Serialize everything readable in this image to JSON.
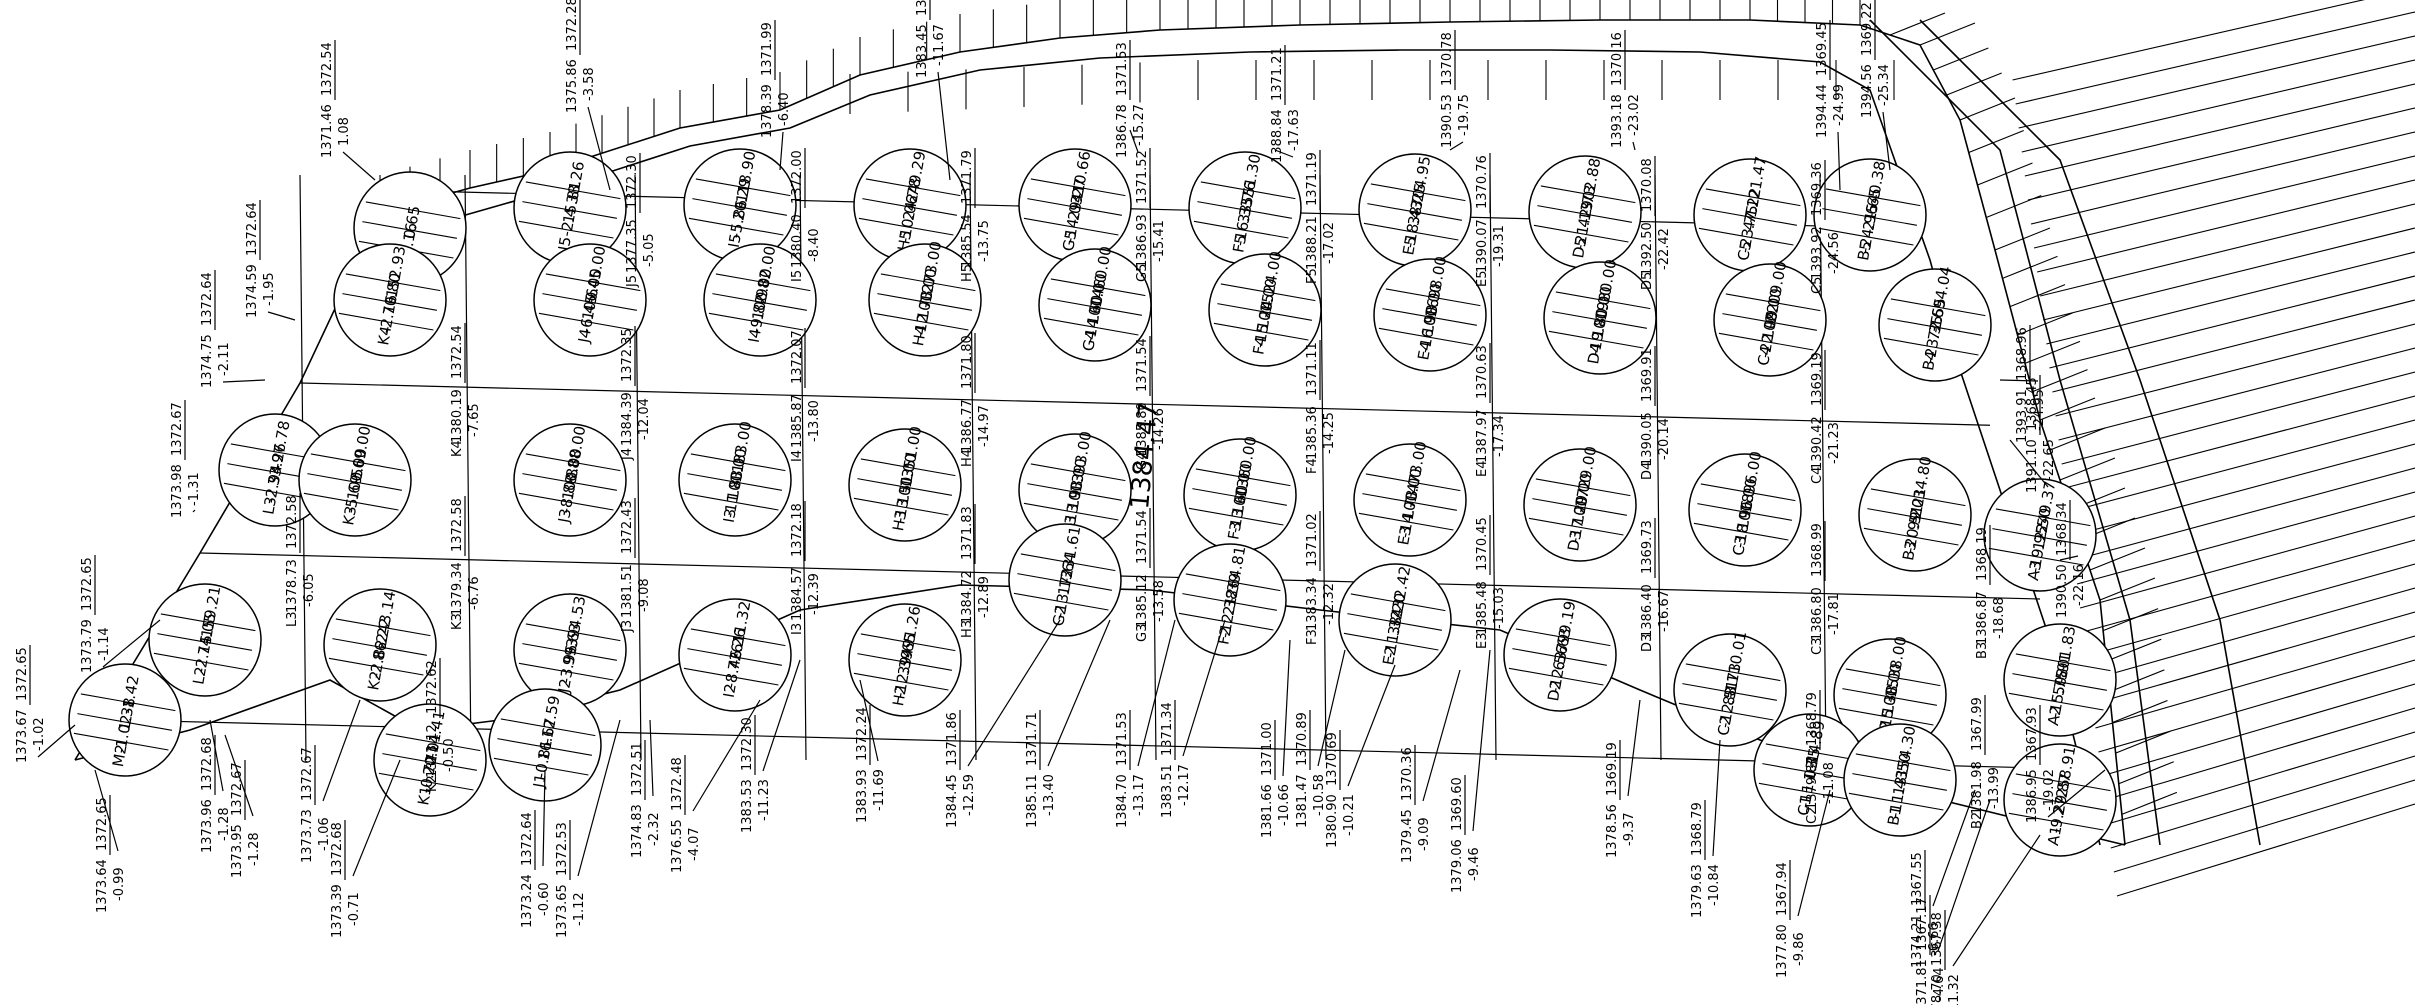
{
  "overlay_label": "1384.47",
  "cells": [
    {
      "id": "K5",
      "v": [
        "-2.16",
        "0.65"
      ]
    },
    {
      "id": "J5",
      "v": [
        "-2.4",
        "15.81",
        "38.26"
      ]
    },
    {
      "id": "I5",
      "v": [
        "-5.86",
        "20.29",
        "-118.90"
      ]
    },
    {
      "id": "H5",
      "v": [
        "-10.06",
        "24.78",
        "-249.29"
      ]
    },
    {
      "id": "G5",
      "v": [
        "-14.03",
        "29.27",
        "-410.66"
      ]
    },
    {
      "id": "F5",
      "v": [
        "-16.33",
        "33.76",
        "-551.30"
      ]
    },
    {
      "id": "E5",
      "v": [
        "-18.43",
        "38.25",
        "-704.95"
      ]
    },
    {
      "id": "D5",
      "v": [
        "-21.13",
        "42.73",
        "-902.88"
      ]
    },
    {
      "id": "C5",
      "v": [
        "-23.75",
        "47.22",
        "-1121.47"
      ]
    },
    {
      "id": "B5",
      "v": [
        "-24.96",
        "21.65",
        "-540.38"
      ]
    },
    {
      "id": "K4",
      "v": [
        "-2.16",
        "70.80",
        "-152.93"
      ]
    },
    {
      "id": "J4",
      "v": [
        "-6.45",
        "100.00",
        "-645.00"
      ]
    },
    {
      "id": "I4",
      "v": [
        "-9.82",
        "100.00",
        "-982.00"
      ]
    },
    {
      "id": "H4",
      "v": [
        "-12.73",
        "100.00",
        "-1273.00"
      ]
    },
    {
      "id": "G4",
      "v": [
        "-14.60",
        "100.00",
        "-1460.00"
      ]
    },
    {
      "id": "F4",
      "v": [
        "-15.24",
        "100.00",
        "-1524.00"
      ]
    },
    {
      "id": "E4",
      "v": [
        "-16.98",
        "100.00",
        "-1698.00"
      ]
    },
    {
      "id": "D4",
      "v": [
        "-19.80",
        "100.00",
        "-1980.00"
      ]
    },
    {
      "id": "C4",
      "v": [
        "-22.09",
        "100.00",
        "-2209.00"
      ]
    },
    {
      "id": "B4",
      "v": [
        "-23.35",
        "72.55",
        "-1694.04"
      ]
    },
    {
      "id": "L3",
      "v": [
        "-2.94",
        "33.26",
        "-97.78"
      ]
    },
    {
      "id": "K3",
      "v": [
        "-5.69",
        "100.00",
        "-569.00"
      ]
    },
    {
      "id": "J3",
      "v": [
        "-8.88",
        "100.00",
        "-888.00"
      ]
    },
    {
      "id": "I3",
      "v": [
        "-11.83",
        "100.00",
        "-1183.00"
      ]
    },
    {
      "id": "H3",
      "v": [
        "-13.51",
        "100.00",
        "-1351.00"
      ]
    },
    {
      "id": "G3",
      "v": [
        "-13.93",
        "100.00",
        "-1393.00"
      ]
    },
    {
      "id": "F3",
      "v": [
        "-13.60",
        "100.00",
        "-1360.00"
      ]
    },
    {
      "id": "E3",
      "v": [
        "-14.73",
        "100.00",
        "-1473.00"
      ]
    },
    {
      "id": "D3",
      "v": [
        "-17.29",
        "100.00",
        "-1729.00"
      ]
    },
    {
      "id": "C3",
      "v": [
        "-18.96",
        "100.00",
        "-1896.00"
      ]
    },
    {
      "id": "B3",
      "v": [
        "-20.51",
        "99.21",
        "-2034.80"
      ]
    },
    {
      "id": "L2",
      "v": [
        "-2.15",
        "74.05",
        "-159.21"
      ]
    },
    {
      "id": "K2",
      "v": [
        "-2.82",
        "86.22",
        "-243.14"
      ]
    },
    {
      "id": "J2",
      "v": [
        "-3.96",
        "99.63",
        "-394.53"
      ]
    },
    {
      "id": "I2",
      "v": [
        "-8.46",
        "72.26",
        "-611.32"
      ]
    },
    {
      "id": "H2",
      "v": [
        "-12.39",
        "39.65",
        "-491.26"
      ]
    },
    {
      "id": "G2",
      "v": [
        "-13.13",
        "17.64",
        "-231.61"
      ]
    },
    {
      "id": "F2",
      "v": [
        "-12.38",
        "21.39",
        "-264.81"
      ]
    },
    {
      "id": "E2",
      "v": [
        "-11.32",
        "38.20",
        "-432.42"
      ]
    },
    {
      "id": "D2",
      "v": [
        "-12.56",
        "63.63",
        "-799.19"
      ]
    },
    {
      "id": "C2",
      "v": [
        "-12.51",
        "88.73",
        "-1110.01"
      ]
    },
    {
      "id": "B2",
      "v": [
        "-15.38",
        "100.00",
        "-1538.00"
      ]
    },
    {
      "id": "A2",
      "v": [
        "-15.75",
        "50.91",
        "-801.83"
      ]
    },
    {
      "id": "A3",
      "v": [
        "-19.95",
        "12.50",
        "-249.37"
      ]
    },
    {
      "id": "M2",
      "v": [
        "-1.02",
        "1.38",
        "-1.42"
      ]
    },
    {
      "id": "K1",
      "v": [
        "-0.72",
        "20.01",
        "-14.41"
      ]
    },
    {
      "id": "J1",
      "v": [
        "-0.81",
        "16.67",
        "-12.59"
      ]
    },
    {
      "id": "C1",
      "v": [
        "-11.03",
        "1.35",
        "-14.89"
      ]
    },
    {
      "id": "B1",
      "v": [
        "-11.43",
        "13.50",
        "-154.30"
      ]
    },
    {
      "id": "A1",
      "v": [
        "-9.29",
        "27.87",
        "-258.91"
      ]
    }
  ],
  "node_labels": [
    {
      "a": "1372.54",
      "b": "1371.46",
      "c": "1.08"
    },
    {
      "a": "1372.28",
      "b": "1375.86",
      "c": "-3.58"
    },
    {
      "a": "1371.99",
      "b": "1378.39",
      "c": "-6.40"
    },
    {
      "a": "1371.78",
      "b": "1383.45",
      "c": "-11.67"
    },
    {
      "a": "1371.53",
      "b": "1386.78",
      "c": "-15.27"
    },
    {
      "a": "1371.21",
      "b": "1388.84",
      "c": "-17.63"
    },
    {
      "a": "1370.78",
      "b": "1390.53",
      "c": "-19.75"
    },
    {
      "a": "1370.16",
      "b": "1393.18",
      "c": "-23.02"
    },
    {
      "a": "1369.45",
      "b": "1394.44",
      "c": "-24.99"
    },
    {
      "a": "1369.22",
      "b": "1394.56",
      "c": "-25.34"
    },
    {
      "a": "1372.64",
      "b": "1374.59",
      "c": "-1.95"
    },
    {
      "a": "1372.64",
      "b": "1374.75",
      "c": "-2.11"
    },
    {
      "a": "1372.67",
      "b": "1373.98",
      "c": "-1.31"
    },
    {
      "a": "1372.65",
      "b": "1373.79",
      "c": "-1.14"
    },
    {
      "a": "1372.65",
      "b": "1373.67",
      "c": "-1.02"
    },
    {
      "a": "1372.65",
      "b": "1373.64",
      "c": "-0.99"
    },
    {
      "a": "1372.67",
      "b": "1373.95",
      "c": "-1.28"
    },
    {
      "a": "1372.68",
      "b": "1373.96",
      "c": "-1.28"
    },
    {
      "a": "1372.67",
      "b": "1373.73",
      "c": "-1.06"
    },
    {
      "a": "1372.68",
      "b": "1373.39",
      "c": "-0.71"
    },
    {
      "a": "1372.64",
      "b": "1373.24",
      "c": "-0.60"
    },
    {
      "a": "1372.53",
      "b": "1373.65",
      "c": "-1.12"
    },
    {
      "a": "1372.51",
      "b": "1374.83",
      "c": "-2.32"
    },
    {
      "a": "1372.48",
      "b": "1376.55",
      "c": "-4.07"
    },
    {
      "a": "1372.30",
      "b": "1383.53",
      "c": "-11.23"
    },
    {
      "a": "1372.24",
      "b": "1383.93",
      "c": "-11.69"
    },
    {
      "a": "1371.86",
      "b": "1384.45",
      "c": "-12.59"
    },
    {
      "a": "1371.71",
      "b": "1385.11",
      "c": "-13.40"
    },
    {
      "a": "1371.53",
      "b": "1384.70",
      "c": "-13.17"
    },
    {
      "a": "1371.34",
      "b": "1383.51",
      "c": "-12.17"
    },
    {
      "a": "1371.00",
      "b": "1381.66",
      "c": "-10.66"
    },
    {
      "a": "1370.89",
      "b": "1381.47",
      "c": "-10.58"
    },
    {
      "a": "1370.69",
      "b": "1380.90",
      "c": "-10.21"
    },
    {
      "a": "1370.36",
      "b": "1379.45",
      "c": "-9.09"
    },
    {
      "a": "1369.60",
      "b": "1379.06",
      "c": "-9.46"
    },
    {
      "a": "1369.19",
      "b": "1378.56",
      "c": "-9.37"
    },
    {
      "a": "1368.79",
      "b": "1379.63",
      "c": "-10.84"
    },
    {
      "a": "1367.94",
      "b": "1377.80",
      "c": "-9.86"
    },
    {
      "a": "1367.55",
      "b": "1374.21",
      "c": "-6.66"
    },
    {
      "a": "1367.17",
      "b": "1371.81",
      "c": "-4.64"
    },
    {
      "a": "1367.38",
      "b": "1378.70",
      "c": "-11.32"
    },
    {
      "a": "1367.93",
      "b": "1386.95",
      "c": "-19.02"
    },
    {
      "a": "1368.34",
      "b": "1390.50",
      "c": "-22.16"
    },
    {
      "a": "1368.45",
      "b": "1391.10",
      "c": "-22.65"
    },
    {
      "a": "1368.96",
      "b": "1393.91",
      "c": "-24.95"
    }
  ],
  "grid_node_labels": [
    {
      "a": "1372.30",
      "b": "1377.35",
      "c": "-5.05",
      "id": "J5"
    },
    {
      "a": "1372.00",
      "b": "1380.40",
      "c": "-8.40",
      "id": "I5"
    },
    {
      "a": "1371.79",
      "b": "1385.54",
      "c": "-13.75",
      "id": "H5"
    },
    {
      "a": "1371.52",
      "b": "1386.93",
      "c": "-15.41",
      "id": "G5"
    },
    {
      "a": "1371.19",
      "b": "1388.21",
      "c": "-17.02",
      "id": "F5"
    },
    {
      "a": "1370.76",
      "b": "1390.07",
      "c": "-19.31",
      "id": "E5"
    },
    {
      "a": "1370.08",
      "b": "1392.50",
      "c": "-22.42",
      "id": "D5"
    },
    {
      "a": "1369.36",
      "b": "1393.92",
      "c": "-24.56",
      "id": "C5"
    },
    {
      "a": "1372.54",
      "b": "1380.19",
      "c": "-7.65",
      "id": "K4"
    },
    {
      "a": "1372.35",
      "b": "1384.39",
      "c": "-12.04",
      "id": "J4"
    },
    {
      "a": "1372.07",
      "b": "1385.87",
      "c": "-13.80",
      "id": "I4"
    },
    {
      "a": "1371.80",
      "b": "1386.77",
      "c": "-14.97",
      "id": "H4"
    },
    {
      "a": "1371.54",
      "b": "1385.80",
      "c": "-14.26",
      "id": "G4"
    },
    {
      "a": "1371.11",
      "b": "1385.36",
      "c": "-14.25",
      "id": "F4"
    },
    {
      "a": "1370.63",
      "b": "1387.97",
      "c": "-17.34",
      "id": "E4"
    },
    {
      "a": "1369.91",
      "b": "1390.05",
      "c": "-20.14",
      "id": "D4"
    },
    {
      "a": "1369.19",
      "b": "1390.42",
      "c": "-21.23",
      "id": "C4"
    },
    {
      "a": "1372.58",
      "b": "1378.73",
      "c": "-6.05",
      "id": "L3"
    },
    {
      "a": "1372.58",
      "b": "1379.34",
      "c": "-6.76",
      "id": "K3"
    },
    {
      "a": "1372.43",
      "b": "1381.51",
      "c": "-9.08",
      "id": "J3"
    },
    {
      "a": "1372.18",
      "b": "1384.57",
      "c": "-12.39",
      "id": "I3"
    },
    {
      "a": "1371.83",
      "b": "1384.72",
      "c": "-12.89",
      "id": "H3"
    },
    {
      "a": "1371.54",
      "b": "1385.12",
      "c": "-13.58",
      "id": "G3"
    },
    {
      "a": "1371.02",
      "b": "1383.34",
      "c": "-12.32",
      "id": "F3"
    },
    {
      "a": "1370.45",
      "b": "1385.48",
      "c": "-15.03",
      "id": "E3"
    },
    {
      "a": "1369.73",
      "b": "1386.40",
      "c": "-16.67",
      "id": "D3"
    },
    {
      "a": "1368.99",
      "b": "1386.80",
      "c": "-17.81",
      "id": "C3"
    },
    {
      "a": "1368.19",
      "b": "1386.87",
      "c": "-18.68",
      "id": "B3"
    },
    {
      "a": "1372.62",
      "b": "1373.12",
      "c": "-0.50",
      "id": "K2"
    },
    {
      "a": "1368.79",
      "b": "1379.87",
      "c": "-11.08",
      "id": "C2"
    },
    {
      "a": "1367.99",
      "b": "1381.98",
      "c": "-13.99",
      "id": "B2"
    }
  ]
}
